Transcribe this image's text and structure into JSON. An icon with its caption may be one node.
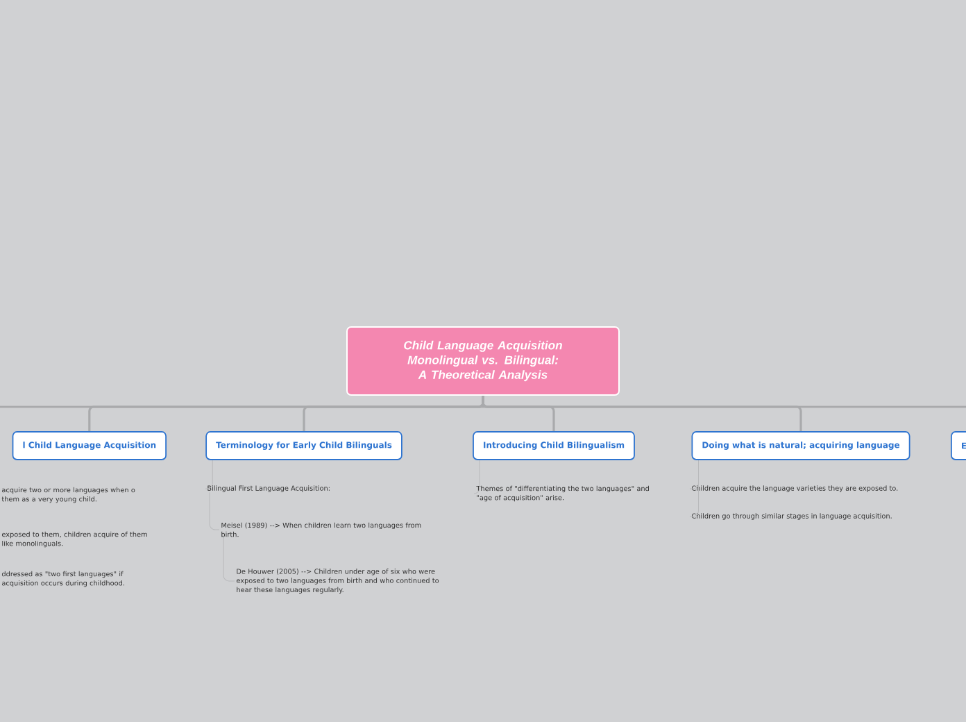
{
  "diagram": {
    "nodes": [
      {
        "text": [
          "Child Language Acquisition Monolingual vs. Bilingual: A Theoretical Analysis"
        ]
      },
      {
        "text": [
          "l Child Language Acquisition"
        ]
      },
      {
        "text": [
          "Terminology for Early Child Bilinguals"
        ]
      },
      {
        "text": [
          "Introducing Child Bilingualism"
        ]
      },
      {
        "text": [
          "Doing what is natural; acquiring language"
        ]
      },
      {
        "text": [
          "E"
        ]
      },
      {
        "text": [
          "acquire two or more languages when o them as a very young child."
        ]
      },
      {
        "text": [
          "exposed to them, children acquire of them like monolinguals."
        ]
      },
      {
        "text": [
          "ddressed as \"two first languages\" if acquisition occurs during childhood."
        ]
      },
      {
        "text": [
          "Bilingual First Language Acquisition:"
        ]
      },
      {
        "text": [
          "Meisel (1989) --> When children learn two languages from birth."
        ]
      },
      {
        "text": [
          "De Houwer (2005) --> Children under age of six who were exposed to two languages from birth and who continued to hear these languages regularly."
        ]
      },
      {
        "text": [
          "Themes of \"differentiating the two languages\" and \"age of acquisition\" arise."
        ]
      },
      {
        "text": [
          "Children acquire the language varieties they are exposed to."
        ]
      },
      {
        "text": [
          "Children go through similar stages in language acquisition."
        ]
      }
    ],
    "edges": [
      {
        "from": 0,
        "to": 1,
        "arrow": "none"
      },
      {
        "from": 0,
        "to": 2,
        "arrow": "none"
      },
      {
        "from": 0,
        "to": 3,
        "arrow": "none"
      },
      {
        "from": 0,
        "to": 4,
        "arrow": "none"
      },
      {
        "from": 2,
        "to": 9,
        "arrow": "none"
      },
      {
        "from": 9,
        "to": 10,
        "arrow": "none"
      },
      {
        "from": 10,
        "to": 11,
        "arrow": "none"
      },
      {
        "from": 3,
        "to": 12,
        "arrow": "none"
      },
      {
        "from": 4,
        "to": 13,
        "arrow": "none"
      },
      {
        "from": 4,
        "to": 14,
        "arrow": "none"
      }
    ]
  }
}
